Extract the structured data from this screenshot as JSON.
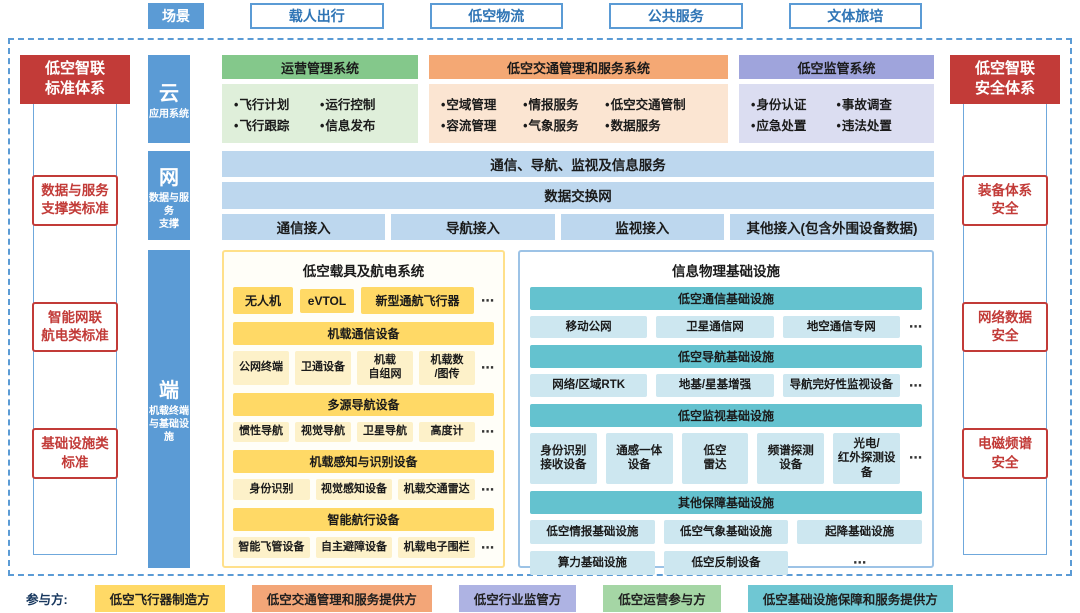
{
  "palette": {
    "accent_blue": "#5B9BD5",
    "light_blue": "#BDD7EE",
    "red": "#C23B38",
    "green_header": "#84C88B",
    "green_body": "#DFEFDA",
    "orange_header": "#F4A874",
    "orange_body": "#FBE5D2",
    "purple_header": "#9FA4DC",
    "purple_body": "#DBDDF1",
    "yellow": "#FFD966",
    "yellow_light": "#FDF1C9",
    "teal_header": "#64C2CF",
    "teal_light": "#CDE7F0"
  },
  "scenario": {
    "label": "场景",
    "items": [
      "载人出行",
      "低空物流",
      "公共服务",
      "文体旅培"
    ]
  },
  "standards": {
    "title": "低空智联\n标准体系",
    "items": [
      "数据与服务\n支撑类标准",
      "智能网联\n航电类标准",
      "基础设施类\n标准"
    ]
  },
  "security": {
    "title": "低空智联\n安全体系",
    "items": [
      "装备体系\n安全",
      "网络数据\n安全",
      "电磁频谱\n安全"
    ]
  },
  "cloud": {
    "tab": "云",
    "tab_sub": "应用系统",
    "systems": [
      {
        "title": "运营管理系统",
        "items": [
          "飞行计划",
          "运行控制",
          "飞行跟踪",
          "信息发布"
        ]
      },
      {
        "title": "低空交通管理和服务系统",
        "items": [
          "空域管理",
          "情报服务",
          "低空交通管制",
          "容流管理",
          "气象服务",
          "数据服务"
        ]
      },
      {
        "title": "低空监管系统",
        "items": [
          "身份认证",
          "事故调查",
          "应急处置",
          "违法处置"
        ]
      }
    ]
  },
  "net": {
    "tab": "网",
    "tab_sub": "数据与服务\n支撑",
    "service_bar": "通信、导航、监视及信息服务",
    "exchange_bar": "数据交换网",
    "access": [
      "通信接入",
      "导航接入",
      "监视接入",
      "其他接入(包含外围设备数据)"
    ]
  },
  "terminal": {
    "tab": "端",
    "tab_sub": "机载终端\n与基础设施",
    "vehicle": {
      "title": "低空载具及航电系统",
      "types": [
        "无人机",
        "eVTOL",
        "新型通航飞行器"
      ],
      "types_more": "⋯",
      "groups": [
        {
          "header": "机载通信设备",
          "items": [
            "公网终端",
            "卫通设备",
            "机载\n自组网",
            "机载数\n/图传"
          ],
          "more": "⋯"
        },
        {
          "header": "多源导航设备",
          "items": [
            "惯性导航",
            "视觉导航",
            "卫星导航",
            "高度计"
          ],
          "more": "⋯"
        },
        {
          "header": "机载感知与识别设备",
          "items": [
            "身份识别",
            "视觉感知设备",
            "机载交通雷达"
          ],
          "more": "⋯"
        },
        {
          "header": "智能航行设备",
          "items": [
            "智能飞管设备",
            "自主避障设备",
            "机载电子围栏"
          ],
          "more": "⋯"
        }
      ]
    },
    "infra": {
      "title": "信息物理基础设施",
      "groups": [
        {
          "header": "低空通信基础设施",
          "items": [
            "移动公网",
            "卫星通信网",
            "地空通信专网"
          ],
          "more": "⋯"
        },
        {
          "header": "低空导航基础设施",
          "items": [
            "网络/区域RTK",
            "地基/星基增强",
            "导航完好性监视设备"
          ],
          "more": "⋯"
        },
        {
          "header": "低空监视基础设施",
          "items": [
            "身份识别\n接收设备",
            "通感一体\n设备",
            "低空\n雷达",
            "频谱探测\n设备",
            "光电/\n红外探测设备"
          ],
          "more": "⋯"
        },
        {
          "header": "其他保障基础设施",
          "items": [
            "低空情报基础设施",
            "低空气象基础设施",
            "起降基础设施",
            "算力基础设施",
            "低空反制设备"
          ],
          "more": "⋯"
        }
      ]
    }
  },
  "legend": {
    "label": "参与方:",
    "items": [
      {
        "label": "低空飞行器制造方",
        "color": "#FFD966"
      },
      {
        "label": "低空交通管理和服务提供方",
        "color": "#F3A678"
      },
      {
        "label": "低空行业监管方",
        "color": "#AEB3E3"
      },
      {
        "label": "低空运营参与方",
        "color": "#A5D6A5"
      },
      {
        "label": "低空基础设施保障和服务提供方",
        "color": "#6FC7D3"
      }
    ]
  }
}
